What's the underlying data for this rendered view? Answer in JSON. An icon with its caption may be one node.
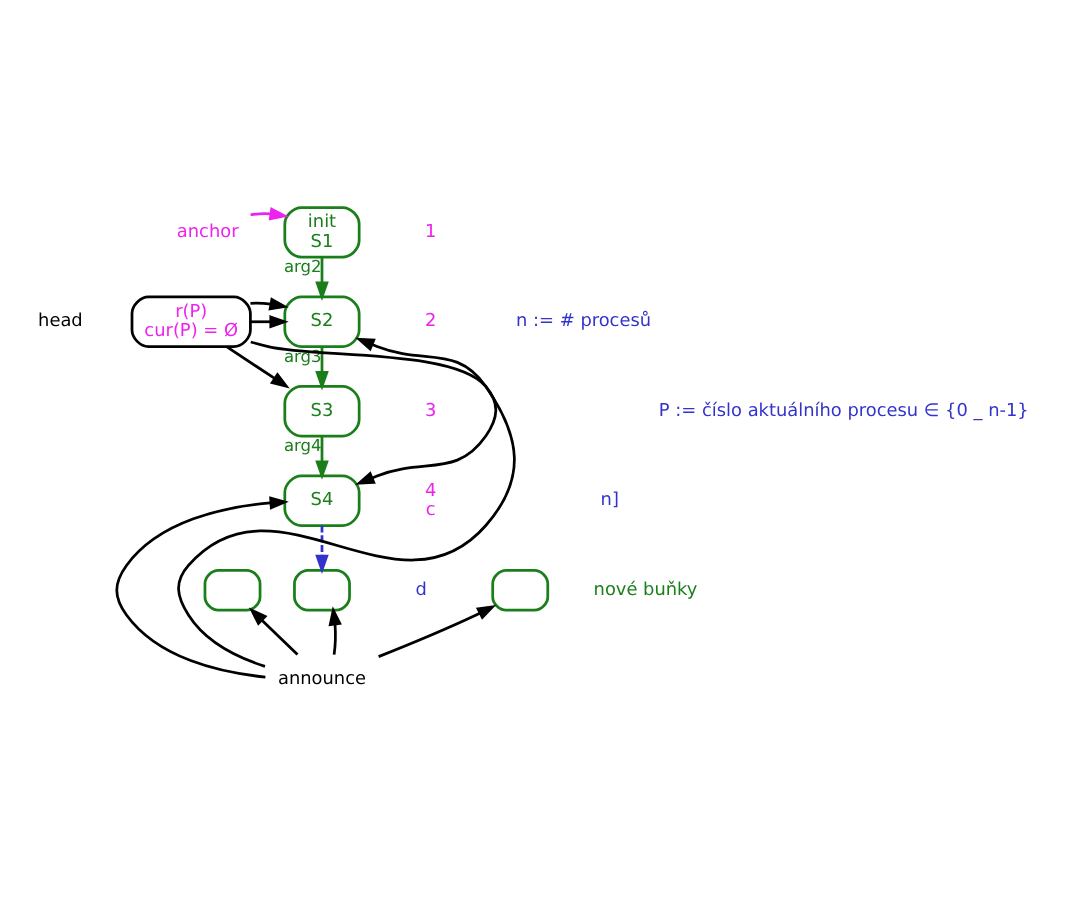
{
  "diagram": {
    "nodes": [
      {
        "text": [
          "init",
          "S1"
        ],
        "beside": [
          "1"
        ]
      },
      {
        "text": [
          "S2"
        ],
        "beside": [
          "2"
        ]
      },
      {
        "text": [
          "S3"
        ],
        "beside": [
          "3"
        ]
      },
      {
        "text": [
          "S4"
        ],
        "beside": [
          "4",
          "c"
        ]
      },
      {
        "text": [],
        "shape": "box"
      },
      {
        "text": [],
        "shape": "box",
        "beside": [
          "d"
        ]
      },
      {
        "text": [],
        "shape": "box"
      },
      {
        "text": [
          "r(P)",
          "cur(P) = Ø"
        ],
        "beside": [
          "head"
        ]
      },
      {
        "text": [
          "announce"
        ]
      },
      {
        "text": [
          "anchor"
        ]
      }
    ],
    "edges": [
      {
        "from": 0,
        "to": 1,
        "arrow": "to",
        "label": "arg2",
        "color": "#1a7f1a"
      },
      {
        "from": 1,
        "to": 2,
        "arrow": "to",
        "label": "arg3",
        "color": "#1a7f1a"
      },
      {
        "from": 2,
        "to": 3,
        "arrow": "to",
        "label": "arg4",
        "color": "#1a7f1a"
      },
      {
        "from": 3,
        "to": 5,
        "arrow": "to",
        "style": "dashed",
        "color": "#3333cc"
      },
      {
        "from": 9,
        "to": 0,
        "arrow": "to",
        "color": "#ee22ee"
      },
      {
        "from": 7,
        "to": 1,
        "arrow": "to"
      },
      {
        "from": 7,
        "to": 1,
        "arrow": "to"
      },
      {
        "from": 7,
        "to": 2,
        "arrow": "to"
      },
      {
        "from": 7,
        "to": 3,
        "arrow": "to"
      },
      {
        "from": 8,
        "to": 1,
        "arrow": "to"
      },
      {
        "from": 8,
        "to": 3,
        "arrow": "to"
      },
      {
        "from": 8,
        "to": 4,
        "arrow": "to"
      },
      {
        "from": 8,
        "to": 5,
        "arrow": "to"
      },
      {
        "from": 8,
        "to": 6,
        "arrow": "to"
      }
    ],
    "labels": [
      "n := # procesů",
      "P := číslo aktuálního procesu ∈ {0 _ n-1}",
      "n]",
      "nové buňky"
    ]
  }
}
